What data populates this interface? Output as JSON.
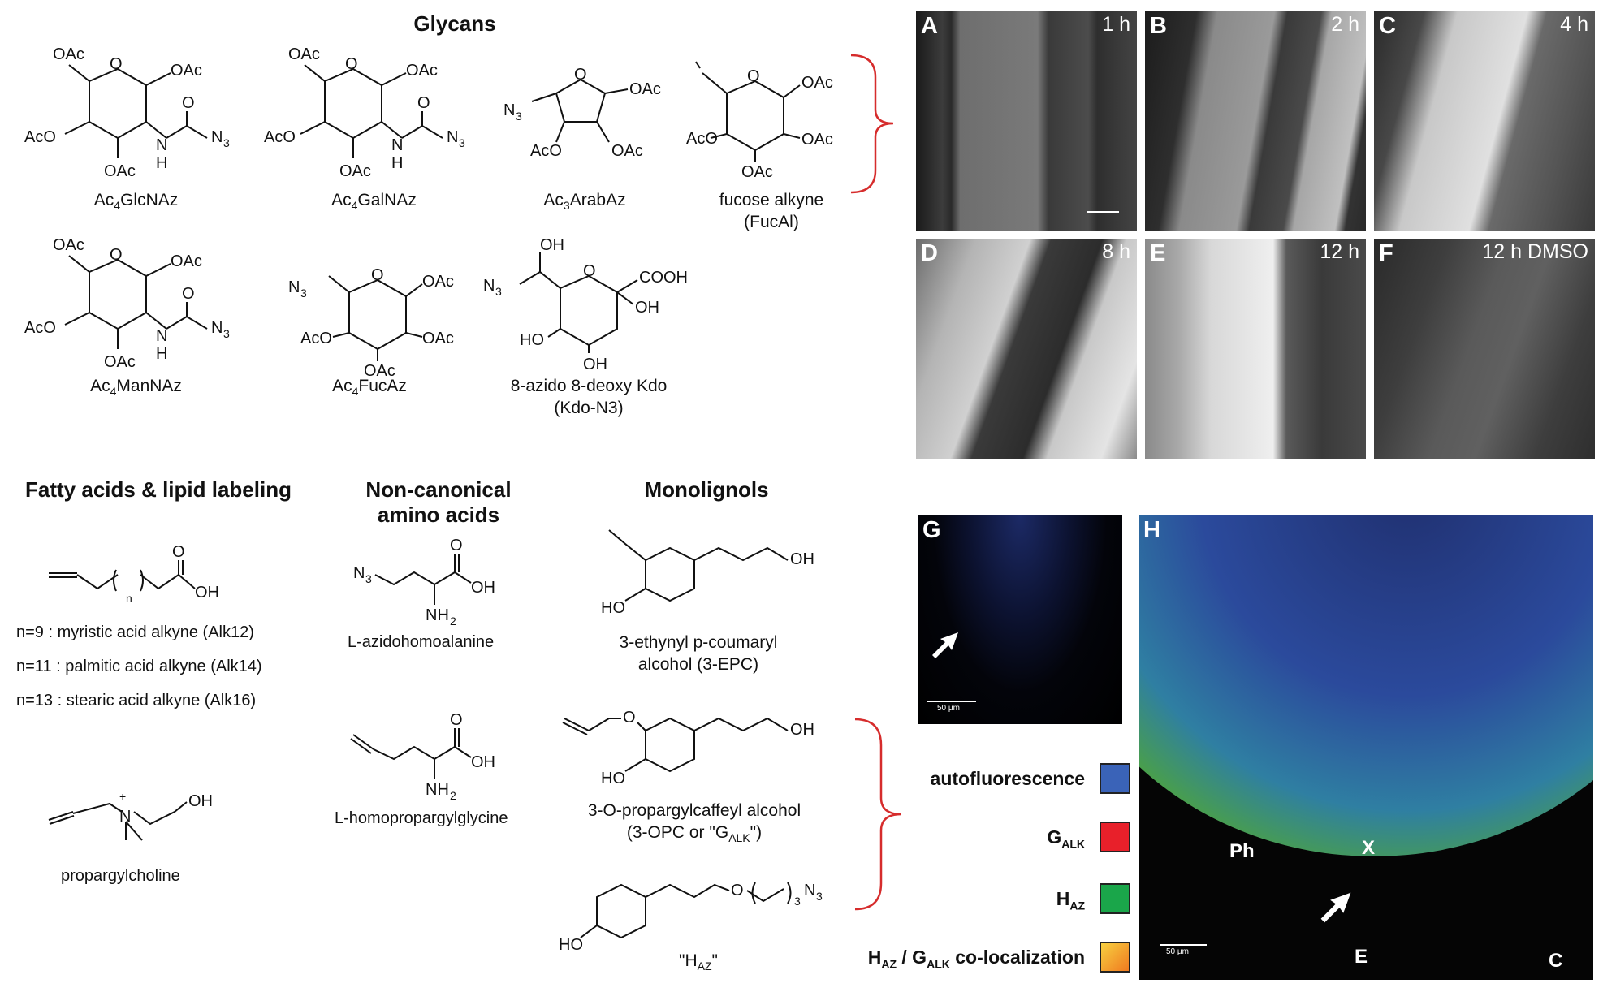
{
  "headers": {
    "glycans": "Glycans",
    "fatty_acids": "Fatty acids & lipid labeling",
    "ncaa_1": "Non-canonical",
    "ncaa_2": "amino acids",
    "monolignols": "Monolignols"
  },
  "glycans": [
    {
      "name": "Ac4GlcNAz"
    },
    {
      "name": "Ac4GalNAz"
    },
    {
      "name": "Ac3ArabAz"
    },
    {
      "name_1": "fucose alkyne",
      "name_2": "(FucAl)"
    },
    {
      "name": "Ac4ManNAz"
    },
    {
      "name": "Ac4FucAz"
    },
    {
      "name_1": "8-azido 8-deoxy Kdo",
      "name_2": "(Kdo-N3)"
    }
  ],
  "atoms": {
    "oac": "OAc",
    "aco": "AcO",
    "o": "O",
    "n3": "N",
    "h": "H",
    "n": "N",
    "cooh": "COOH",
    "oh": "OH",
    "ho": "HO",
    "nh2": "NH",
    "sub3": "3",
    "sub2": "2",
    "n_label": "n",
    "plus": "+"
  },
  "fatty_acids": {
    "lines": [
      "n=9 : myristic acid alkyne (Alk12)",
      "n=11 : palmitic acid alkyne (Alk14)",
      "n=13 : stearic acid alkyne (Alk16)"
    ],
    "choline": "propargylcholine"
  },
  "ncaa": {
    "aha": "L-azidohomoalanine",
    "hpg": "L-homopropargylglycine"
  },
  "monolignols": {
    "epc_1": "3-ethynyl p-coumaryl",
    "epc_2": "alcohol (3-EPC)",
    "opc_1": "3-O-propargylcaffeyl alcohol",
    "opc_2a": "(3-OPC or \"G",
    "opc_2sub": "ALK",
    "opc_2b": "\")",
    "haz_a": "\"H",
    "haz_sub": "AZ",
    "haz_b": "\""
  },
  "panels": [
    {
      "letter": "A",
      "time": "1 h"
    },
    {
      "letter": "B",
      "time": "2 h"
    },
    {
      "letter": "C",
      "time": "4 h"
    },
    {
      "letter": "D",
      "time": "8 h"
    },
    {
      "letter": "E",
      "time": "12 h"
    },
    {
      "letter": "F",
      "time": "12 h DMSO"
    }
  ],
  "panel_g": {
    "letter": "G",
    "scale": "50 μm"
  },
  "panel_h": {
    "letter": "H",
    "scale": "50 μm",
    "ph": "Ph",
    "x": "X",
    "e": "E",
    "c": "C"
  },
  "legend": [
    {
      "label": "autofluorescence",
      "color": "#3a63b8"
    },
    {
      "label": "G",
      "sub": "ALK",
      "color": "#e8202a"
    },
    {
      "label": "H",
      "sub": "AZ",
      "color": "#1aa64a"
    },
    {
      "label": "H",
      "sub": "AZ",
      "label2": " / G",
      "sub2": "ALK",
      "label3": " co-localization",
      "color": "#f7b733"
    }
  ],
  "colors": {
    "brace": "#d62c2c"
  }
}
